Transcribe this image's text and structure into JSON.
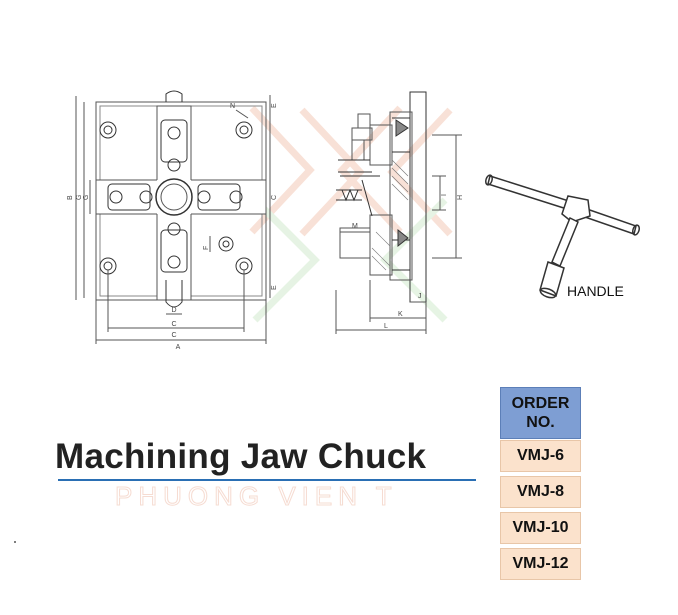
{
  "title": "Machining Jaw Chuck",
  "handle_label": "HANDLE",
  "order_table": {
    "header": "ORDER NO.",
    "models": [
      "VMJ-6",
      "VMJ-8",
      "VMJ-10",
      "VMJ-12"
    ]
  },
  "dimension_letters": {
    "front": [
      "A",
      "B",
      "C",
      "D",
      "E",
      "F",
      "G",
      "N",
      "C",
      "E"
    ],
    "side": [
      "H",
      "I",
      "J",
      "K",
      "L",
      "M"
    ]
  },
  "watermark": "PHUONG VIEN T",
  "colors": {
    "line": "#555555",
    "title_underline": "#2a6fb4",
    "table_header": "#7e9ed3",
    "table_row": "#fbe2cc",
    "watermark": "#f3c8b8"
  }
}
